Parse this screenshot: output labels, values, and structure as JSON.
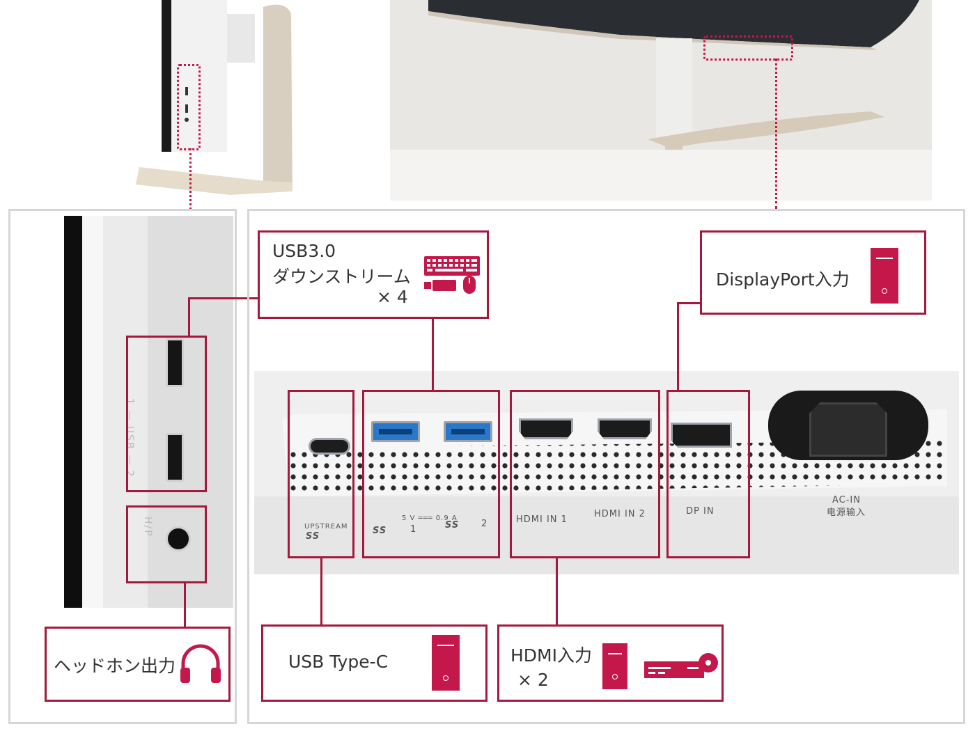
{
  "colors": {
    "accent": "#a4193d",
    "icon": "#c4184a",
    "frame": "#d6d6d6",
    "usb_blue": "#2a78c9"
  },
  "callouts": {
    "usb30": {
      "line1": "USB3.0",
      "line2": "ダウンストリーム",
      "line3": "× 4",
      "icons": [
        "keyboard-icon",
        "mouse-icon",
        "usb-stick-icon"
      ]
    },
    "displayport": {
      "label": "DisplayPort入力",
      "icon": "pc-tower-icon"
    },
    "headphone": {
      "label": "ヘッドホン出力",
      "icon": "headphones-icon"
    },
    "usb_type_c": {
      "label": "USB Type-C",
      "icon": "pc-tower-icon"
    },
    "hdmi": {
      "line1": "HDMI入力",
      "line2": "× 2",
      "icons": [
        "pc-tower-icon",
        "blu-ray-player-icon"
      ]
    }
  },
  "side_panel": {
    "usb_label": "1 — USB — 2",
    "hp_label": "H/P"
  },
  "rear_panel": {
    "upstream_label": "UPSTREAM",
    "ss_label": "SS",
    "usb_ports_label": "5 V ═══ 0.9 A",
    "usb_port_1": "1",
    "usb_port_2": "2",
    "hdmi_in_1": "HDMI IN 1",
    "hdmi_in_2": "HDMI IN 2",
    "dp_in": "DP IN",
    "ac_in": "AC-IN",
    "ac_in_cn": "电源输入"
  }
}
